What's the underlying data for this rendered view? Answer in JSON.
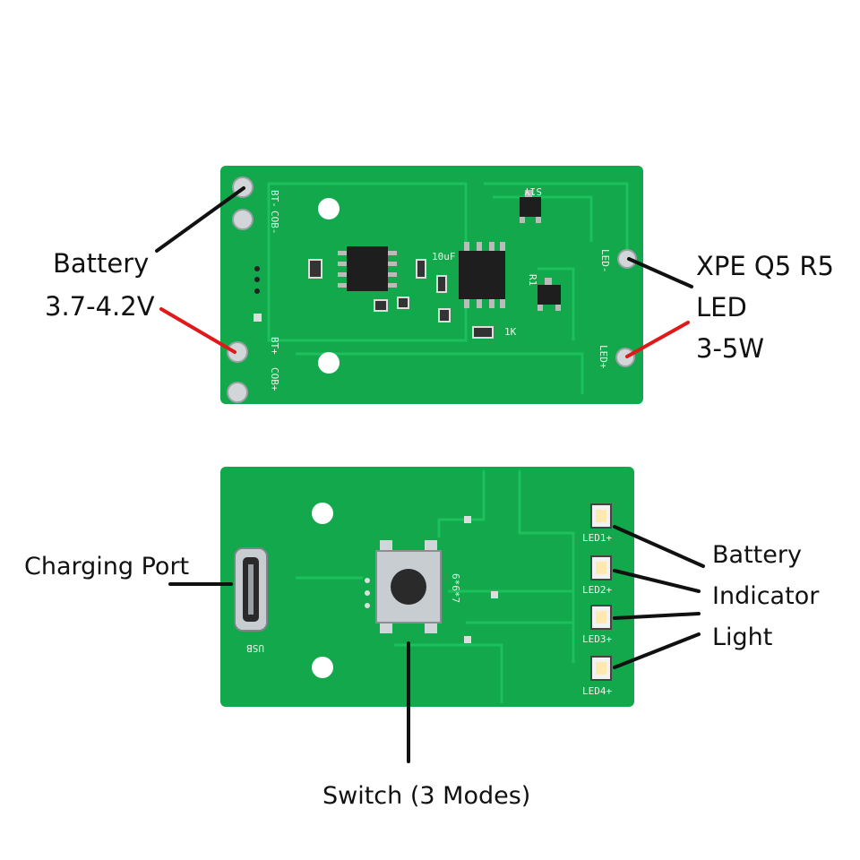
{
  "colors": {
    "board": "#12a84b",
    "board_dark": "#0e8f3e",
    "trace": "#17b654",
    "pad": "#cfd3d6",
    "chip": "#1e1e1e",
    "leader_black": "#111111",
    "leader_red": "#e01818"
  },
  "top_board": {
    "silk_bt_minus": "BT-",
    "silk_cob_minus": "COB-",
    "silk_bt_plus": "BT+",
    "silk_cob_plus": "COB+",
    "silk_led_minus": "LED-",
    "silk_led_plus": "LED+",
    "silk_s1y": "S1Y",
    "silk_10uf": "10uF",
    "silk_1k": "1K",
    "silk_r1": "R1"
  },
  "bottom_board": {
    "silk_usb": "USB",
    "silk_6x6": "6*6*7",
    "silk_led1": "LED1+",
    "silk_led2": "LED2+",
    "silk_led3": "LED3+",
    "silk_led4": "LED4+"
  },
  "labels": {
    "battery_line1": "Battery",
    "battery_line2": "3.7-4.2V",
    "led_line1": "XPE Q5 R5",
    "led_line2": "LED",
    "led_line3": "3-5W",
    "charging_port": "Charging Port",
    "indicator_line1": "Battery",
    "indicator_line2": "Indicator",
    "indicator_line3": "Light",
    "switch": "Switch (3 Modes)"
  }
}
